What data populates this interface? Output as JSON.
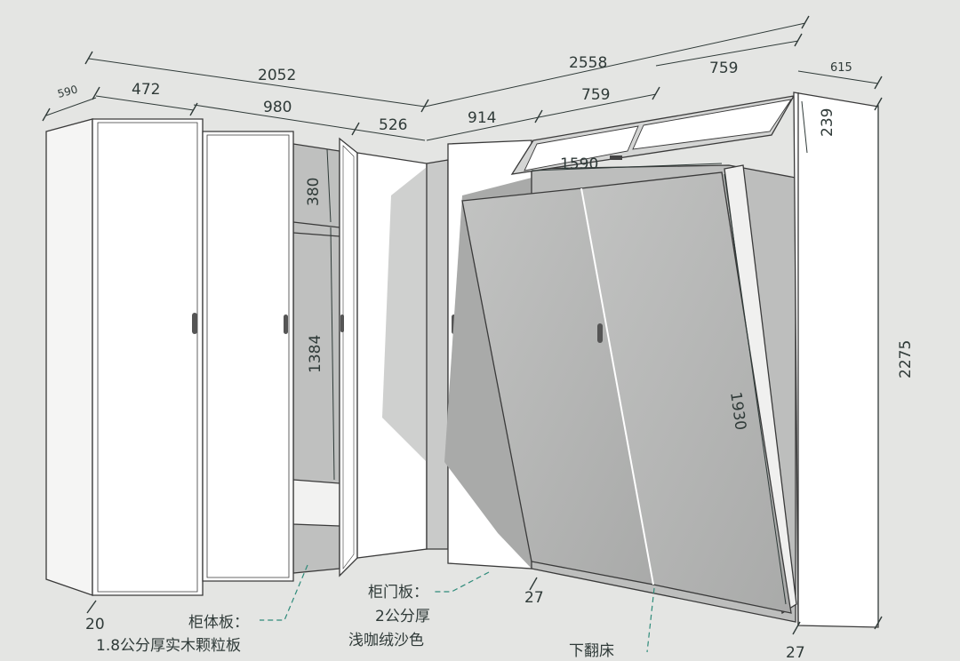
{
  "colors": {
    "background": "#e4e5e3",
    "panel_white": "#ffffff",
    "panel_gray": "#bcbdbc",
    "bed_gray": "#b0b1b0",
    "shadow": "#a9aaa9",
    "edge": "#3a3a3a",
    "dimension": "#2f3a38",
    "annotation": "#2e8b7a"
  },
  "dimensions": {
    "left_total": "2052",
    "left_depth": "590",
    "left_door": "472",
    "left_middle": "980",
    "corner": "526",
    "right_total": "2558",
    "right_depth": "615",
    "right_left": "914",
    "upper_759_a": "759",
    "upper_759_b": "759",
    "height_total": "2275",
    "top_box": "239",
    "shelf_380": "380",
    "hang_1384": "1384",
    "bed_width": "1590",
    "bed_length": "1930",
    "panel_20": "20",
    "panel_27": "27",
    "bottom_27": "27"
  },
  "annotations": {
    "cabinet_body_title": "柜体板：",
    "cabinet_body_spec": "1.8公分厚实木颗粒板",
    "door_title": "柜门板：",
    "door_thickness": "2公分厚",
    "door_color": "浅咖绒沙色",
    "folding_bed": "下翻床"
  }
}
